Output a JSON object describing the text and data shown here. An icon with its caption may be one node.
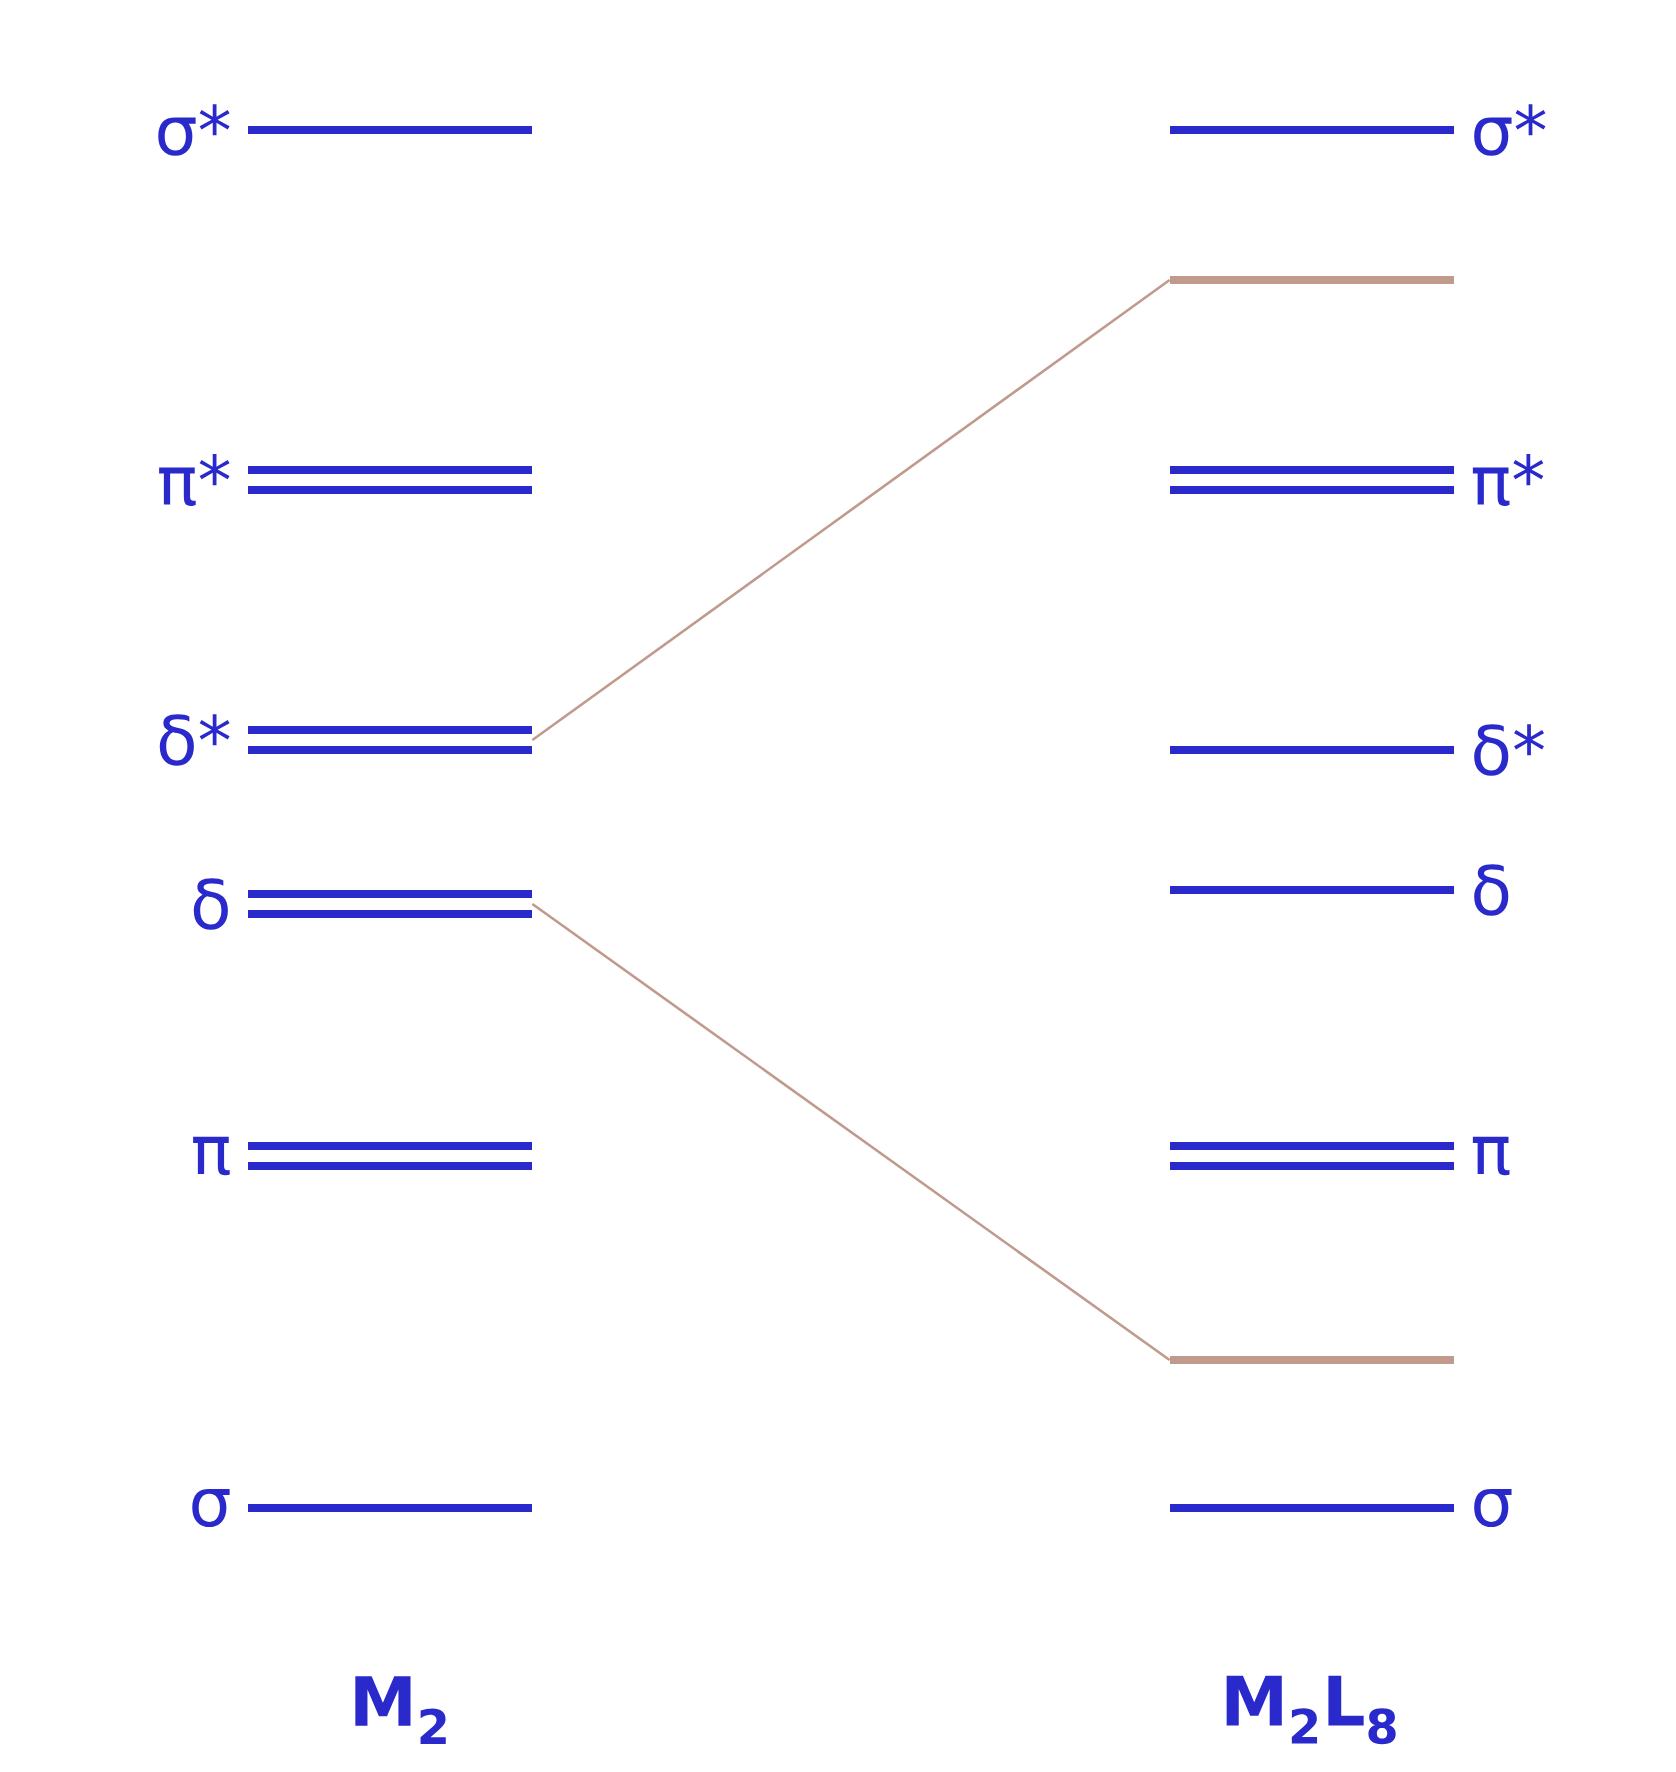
{
  "diagram": {
    "nodes": [
      {
        "text": [],
        "shape": "bar",
        "beside": [
          "σ*"
        ]
      },
      {
        "text": [],
        "shape": "bar",
        "beside": [
          "π*"
        ]
      },
      {
        "text": [],
        "shape": "bar",
        "beside": [
          "δ*"
        ]
      },
      {
        "text": [],
        "shape": "bar",
        "beside": [
          "δ"
        ]
      },
      {
        "text": [],
        "shape": "bar",
        "beside": [
          "π"
        ]
      },
      {
        "text": [],
        "shape": "bar",
        "beside": [
          "σ"
        ]
      },
      {
        "text": [],
        "shape": "bar",
        "beside": [
          "σ*"
        ]
      },
      {
        "text": [],
        "shape": "bar"
      },
      {
        "text": [],
        "shape": "bar",
        "beside": [
          "π*"
        ]
      },
      {
        "text": [],
        "shape": "bar",
        "beside": [
          "δ*"
        ]
      },
      {
        "text": [],
        "shape": "bar",
        "beside": [
          "δ"
        ]
      },
      {
        "text": [],
        "shape": "bar",
        "beside": [
          "π"
        ]
      },
      {
        "text": [],
        "shape": "bar"
      },
      {
        "text": [],
        "shape": "bar",
        "beside": [
          "σ"
        ]
      }
    ],
    "edges": [
      {
        "from": 2,
        "to": 7,
        "arrow": "none"
      },
      {
        "from": 3,
        "to": 12,
        "arrow": "none"
      }
    ],
    "labels": [
      "M$_{2}$",
      "M$_{2}$L$_{8}$"
    ]
  }
}
